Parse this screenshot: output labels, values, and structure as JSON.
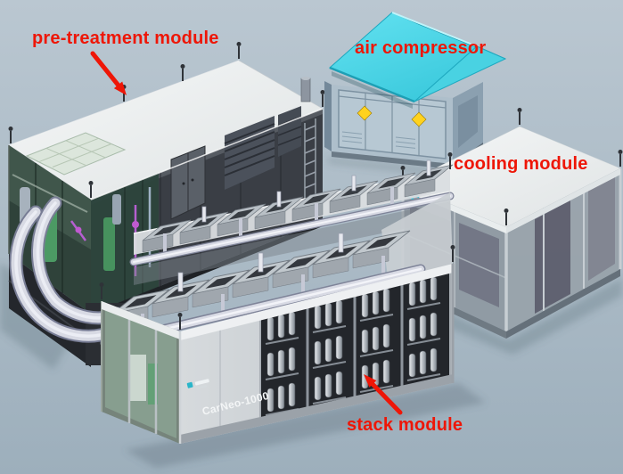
{
  "annotations": {
    "pre_treatment_module": {
      "label": "pre-treatment module"
    },
    "air_compressor": {
      "label": "air compressor"
    },
    "cooling_module": {
      "label": "cooling module"
    },
    "stack_module": {
      "label": "stack module"
    }
  },
  "equipment_markings": {
    "stack_model": "CarNeo-1000"
  },
  "colors": {
    "annotation_red": "#ee1607",
    "background_top": "#bac7d1",
    "background_bottom": "#9dafbc",
    "roof_cyan_light": "#63e2f1",
    "roof_cyan_dark": "#2fc0d4",
    "warning_yellow": "#ffd21e",
    "container_top_white": "#f5f7f7",
    "dark_panel": "#3a3e45",
    "pipe_lavender": "#d8dae4"
  }
}
